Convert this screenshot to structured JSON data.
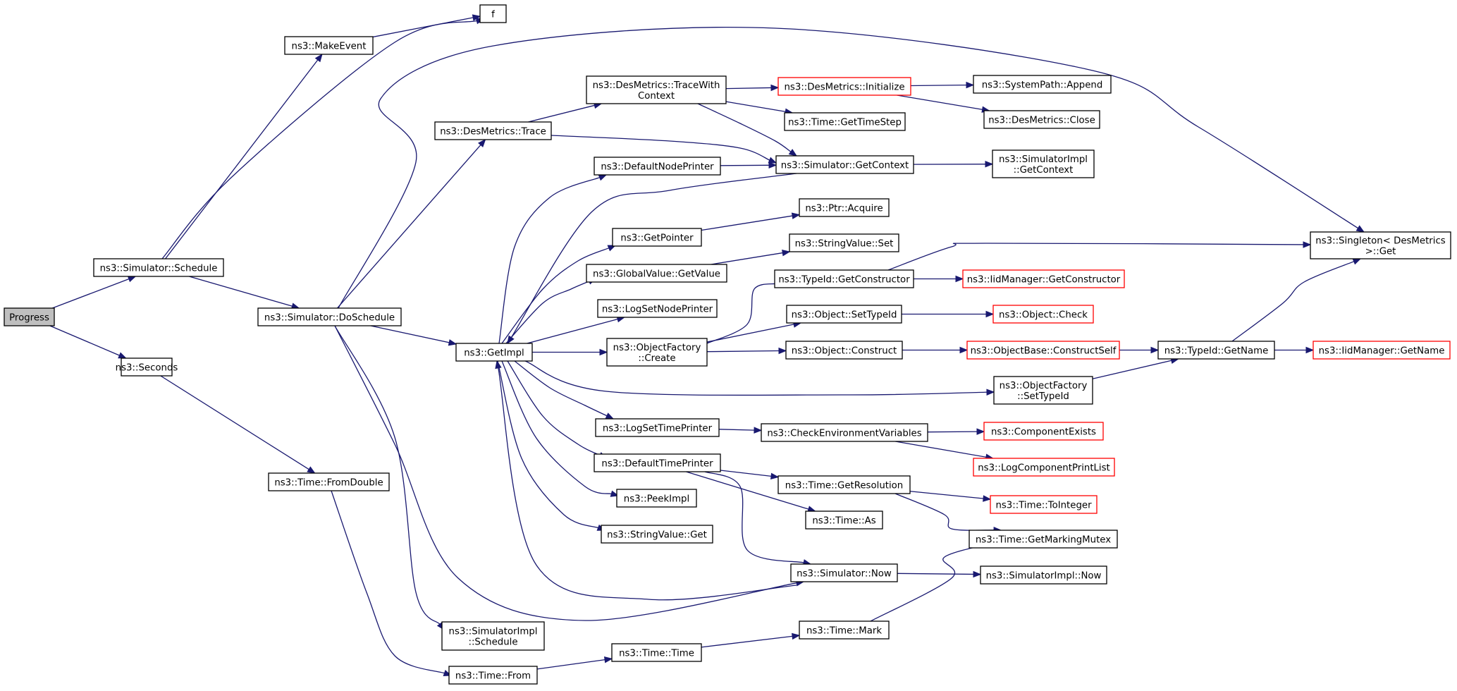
{
  "graph": {
    "nodes": [
      {
        "id": "progress",
        "lines": [
          "Progress"
        ],
        "root": true
      },
      {
        "id": "sim_schedule",
        "lines": [
          "ns3::Simulator::Schedule"
        ]
      },
      {
        "id": "seconds",
        "lines": [
          "ns3::Seconds"
        ]
      },
      {
        "id": "make_event",
        "lines": [
          "ns3::MakeEvent"
        ]
      },
      {
        "id": "f",
        "lines": [
          "f"
        ]
      },
      {
        "id": "do_schedule",
        "lines": [
          "ns3::Simulator::DoSchedule"
        ]
      },
      {
        "id": "from_double",
        "lines": [
          "ns3::Time::FromDouble"
        ]
      },
      {
        "id": "des_trace",
        "lines": [
          "ns3::DesMetrics::Trace"
        ]
      },
      {
        "id": "get_impl",
        "lines": [
          "ns3::GetImpl"
        ]
      },
      {
        "id": "simimpl_schedule",
        "lines": [
          "ns3::SimulatorImpl",
          "::Schedule"
        ]
      },
      {
        "id": "time_from",
        "lines": [
          "ns3::Time::From"
        ]
      },
      {
        "id": "des_tracewith",
        "lines": [
          "ns3::DesMetrics::TraceWith",
          "Context"
        ]
      },
      {
        "id": "default_node_printer",
        "lines": [
          "ns3::DefaultNodePrinter"
        ]
      },
      {
        "id": "get_pointer",
        "lines": [
          "ns3::GetPointer"
        ]
      },
      {
        "id": "gv_getvalue",
        "lines": [
          "ns3::GlobalValue::GetValue"
        ]
      },
      {
        "id": "log_set_node_printer",
        "lines": [
          "ns3::LogSetNodePrinter"
        ]
      },
      {
        "id": "objfactory_create",
        "lines": [
          "ns3::ObjectFactory",
          "::Create"
        ]
      },
      {
        "id": "log_set_time_printer",
        "lines": [
          "ns3::LogSetTimePrinter"
        ]
      },
      {
        "id": "default_time_printer",
        "lines": [
          "ns3::DefaultTimePrinter"
        ]
      },
      {
        "id": "peek_impl",
        "lines": [
          "ns3::PeekImpl"
        ]
      },
      {
        "id": "sv_get",
        "lines": [
          "ns3::StringValue::Get"
        ]
      },
      {
        "id": "time_time",
        "lines": [
          "ns3::Time::Time"
        ]
      },
      {
        "id": "des_initialize",
        "lines": [
          "ns3::DesMetrics::Initialize"
        ],
        "red": true
      },
      {
        "id": "time_gettimestep",
        "lines": [
          "ns3::Time::GetTimeStep"
        ]
      },
      {
        "id": "sim_getcontext",
        "lines": [
          "ns3::Simulator::GetContext"
        ]
      },
      {
        "id": "ptr_acquire",
        "lines": [
          "ns3::Ptr::Acquire"
        ]
      },
      {
        "id": "sv_set",
        "lines": [
          "ns3::StringValue::Set"
        ]
      },
      {
        "id": "typeid_getconstructor",
        "lines": [
          "ns3::TypeId::GetConstructor"
        ]
      },
      {
        "id": "object_settypeid",
        "lines": [
          "ns3::Object::SetTypeId"
        ]
      },
      {
        "id": "object_construct",
        "lines": [
          "ns3::Object::Construct"
        ]
      },
      {
        "id": "check_env",
        "lines": [
          "ns3::CheckEnvironmentVariables"
        ]
      },
      {
        "id": "time_getresolution",
        "lines": [
          "ns3::Time::GetResolution"
        ]
      },
      {
        "id": "time_as",
        "lines": [
          "ns3::Time::As"
        ]
      },
      {
        "id": "sim_now",
        "lines": [
          "ns3::Simulator::Now"
        ]
      },
      {
        "id": "time_mark",
        "lines": [
          "ns3::Time::Mark"
        ]
      },
      {
        "id": "syspath_append",
        "lines": [
          "ns3::SystemPath::Append"
        ]
      },
      {
        "id": "des_close",
        "lines": [
          "ns3::DesMetrics::Close"
        ]
      },
      {
        "id": "simimpl_getcontext",
        "lines": [
          "ns3::SimulatorImpl",
          "::GetContext"
        ]
      },
      {
        "id": "iid_getconstructor",
        "lines": [
          "ns3::IidManager::GetConstructor"
        ],
        "red": true
      },
      {
        "id": "object_check",
        "lines": [
          "ns3::Object::Check"
        ],
        "red": true
      },
      {
        "id": "objbase_constructself",
        "lines": [
          "ns3::ObjectBase::ConstructSelf"
        ],
        "red": true
      },
      {
        "id": "objfactory_settypeid",
        "lines": [
          "ns3::ObjectFactory",
          "::SetTypeId"
        ]
      },
      {
        "id": "component_exists",
        "lines": [
          "ns3::ComponentExists"
        ],
        "red": true
      },
      {
        "id": "log_component_printlist",
        "lines": [
          "ns3::LogComponentPrintList"
        ],
        "red": true
      },
      {
        "id": "time_tointeger",
        "lines": [
          "ns3::Time::ToInteger"
        ],
        "red": true
      },
      {
        "id": "time_getmarkingmutex",
        "lines": [
          "ns3::Time::GetMarkingMutex"
        ]
      },
      {
        "id": "simimpl_now",
        "lines": [
          "ns3::SimulatorImpl::Now"
        ]
      },
      {
        "id": "typeid_getname",
        "lines": [
          "ns3::TypeId::GetName"
        ]
      },
      {
        "id": "singleton_get",
        "lines": [
          "ns3::Singleton< DesMetrics",
          " >::Get"
        ]
      },
      {
        "id": "iid_getname",
        "lines": [
          "ns3::IidManager::GetName"
        ],
        "red": true
      }
    ],
    "edges": [
      [
        "progress",
        "sim_schedule"
      ],
      [
        "progress",
        "seconds"
      ],
      [
        "sim_schedule",
        "make_event"
      ],
      [
        "sim_schedule",
        "f"
      ],
      [
        "sim_schedule",
        "do_schedule"
      ],
      [
        "make_event",
        "f"
      ],
      [
        "seconds",
        "from_double"
      ],
      [
        "do_schedule",
        "des_trace"
      ],
      [
        "do_schedule",
        "get_impl"
      ],
      [
        "do_schedule",
        "simimpl_schedule"
      ],
      [
        "do_schedule",
        "sim_now"
      ],
      [
        "do_schedule",
        "singleton_get"
      ],
      [
        "from_double",
        "time_from"
      ],
      [
        "time_from",
        "time_time"
      ],
      [
        "time_time",
        "time_mark"
      ],
      [
        "time_mark",
        "time_getmarkingmutex"
      ],
      [
        "des_trace",
        "des_tracewith"
      ],
      [
        "des_trace",
        "sim_getcontext"
      ],
      [
        "des_tracewith",
        "des_initialize"
      ],
      [
        "des_tracewith",
        "time_gettimestep"
      ],
      [
        "des_tracewith",
        "sim_getcontext"
      ],
      [
        "des_initialize",
        "syspath_append"
      ],
      [
        "des_initialize",
        "des_close"
      ],
      [
        "sim_getcontext",
        "simimpl_getcontext"
      ],
      [
        "sim_getcontext",
        "get_impl"
      ],
      [
        "default_node_printer",
        "sim_getcontext"
      ],
      [
        "get_impl",
        "default_node_printer"
      ],
      [
        "get_impl",
        "get_pointer"
      ],
      [
        "get_impl",
        "gv_getvalue"
      ],
      [
        "get_impl",
        "log_set_node_printer"
      ],
      [
        "get_impl",
        "objfactory_create"
      ],
      [
        "get_impl",
        "objfactory_settypeid"
      ],
      [
        "get_impl",
        "log_set_time_printer"
      ],
      [
        "get_impl",
        "default_time_printer"
      ],
      [
        "get_impl",
        "peek_impl"
      ],
      [
        "get_impl",
        "sv_get"
      ],
      [
        "get_pointer",
        "ptr_acquire"
      ],
      [
        "gv_getvalue",
        "sv_set"
      ],
      [
        "objfactory_create",
        "typeid_getconstructor"
      ],
      [
        "objfactory_create",
        "object_settypeid"
      ],
      [
        "objfactory_create",
        "object_construct"
      ],
      [
        "typeid_getconstructor",
        "iid_getconstructor"
      ],
      [
        "typeid_getconstructor",
        "singleton_get"
      ],
      [
        "object_settypeid",
        "object_check"
      ],
      [
        "object_construct",
        "objbase_constructself"
      ],
      [
        "objbase_constructself",
        "typeid_getname"
      ],
      [
        "objfactory_settypeid",
        "typeid_getname"
      ],
      [
        "typeid_getname",
        "iid_getname"
      ],
      [
        "typeid_getname",
        "singleton_get"
      ],
      [
        "log_set_time_printer",
        "check_env"
      ],
      [
        "check_env",
        "component_exists"
      ],
      [
        "check_env",
        "log_component_printlist"
      ],
      [
        "default_time_printer",
        "time_getresolution"
      ],
      [
        "default_time_printer",
        "time_as"
      ],
      [
        "default_time_printer",
        "sim_now"
      ],
      [
        "time_getresolution",
        "time_tointeger"
      ],
      [
        "time_getresolution",
        "time_getmarkingmutex"
      ],
      [
        "sim_now",
        "simimpl_now"
      ],
      [
        "sim_now",
        "get_impl"
      ]
    ]
  }
}
